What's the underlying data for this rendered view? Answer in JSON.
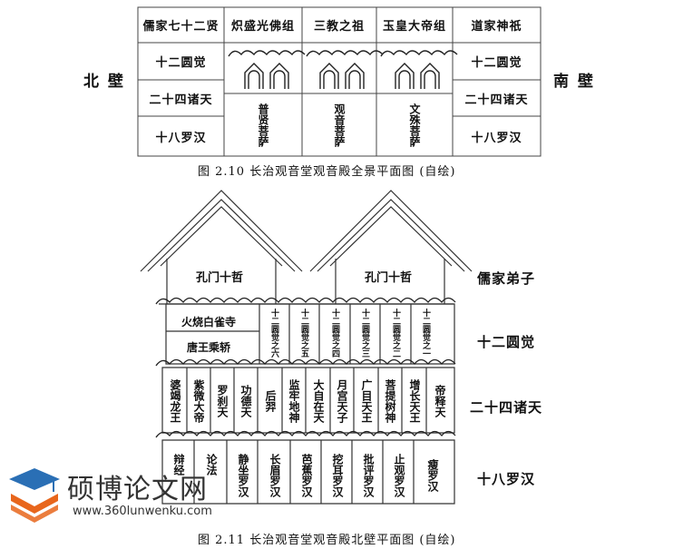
{
  "fig1": {
    "north_wall": "北 壁",
    "south_wall": "南 壁",
    "left_col": [
      "儒家七十二贤",
      "十二圆觉",
      "二十四诸天",
      "十八罗汉"
    ],
    "right_col": [
      "道家神祇",
      "十二圆觉",
      "二十四诸天",
      "十八罗汉"
    ],
    "top_groups": [
      "炽盛光佛组",
      "三教之祖",
      "玉皇大帝组"
    ],
    "bodhisattvas": [
      "普贤菩萨",
      "观音菩萨",
      "文殊菩萨"
    ],
    "caption": "图 2.10  长治观音堂观音殿全景平面图 (自绘)"
  },
  "fig2": {
    "roof_labels": [
      "孔门十哲",
      "孔门十哲"
    ],
    "row_labels": [
      "儒家弟子",
      "十二圆觉",
      "二十四诸天",
      "十八罗汉"
    ],
    "left_block": [
      "火烧白雀寺",
      "唐王乘轿"
    ],
    "yuanjue": [
      "十二圆觉之六",
      "十二圆觉之五",
      "十二圆觉之四",
      "十二圆觉之三",
      "十二圆觉之二",
      "十二圆觉之一"
    ],
    "devas": [
      "婆竭龙王",
      "紫微大帝",
      "罗刹天",
      "功德天",
      "后羿",
      "监牢地神",
      "大自在天",
      "月宫天子",
      "广目天王",
      "菩提树神",
      "增长天王",
      "帝释天"
    ],
    "arhats": [
      "辩经",
      "论法",
      "静坐罗汉",
      "长眉罗汉",
      "芭蕉罗汉",
      "挖耳罗汉",
      "批评罗汉",
      "止观罗汉",
      "瘦罗汉"
    ],
    "caption": "图 2.11  长治观音堂观音殿北壁平面图 (自绘)"
  },
  "watermark": {
    "name": "硕博论文网",
    "url": "www.360lunwenku.com"
  },
  "colors": {
    "line": "#333333",
    "text": "#111111",
    "watermark_orange": "#e8661c",
    "watermark_blue": "#2a6fb5"
  }
}
